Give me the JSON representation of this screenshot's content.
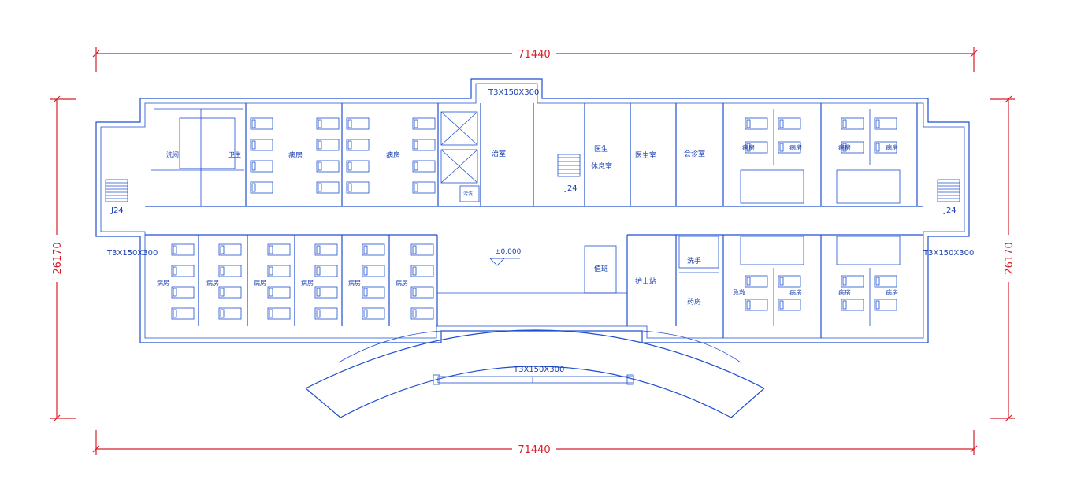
{
  "dimensions": {
    "total_width_top": "71440",
    "total_width_bottom": "71440",
    "total_depth_left": "26170",
    "total_depth_right": "26170"
  },
  "levels": {
    "floor_level": "±0.000"
  },
  "stairs": {
    "left": "J24",
    "right": "J24",
    "center": "J24"
  },
  "steps": {
    "top_entry": "T3X150X300",
    "left_entry": "T3X150X300",
    "right_entry": "T3X150X300",
    "main_entry": "T3X150X300"
  },
  "rooms": {
    "wash_room": "洗间",
    "toilet": "卫生",
    "ward_north_1": "病房",
    "ward_north_2": "病房",
    "treatment_room": "治室",
    "doctor_rest_1": "医生",
    "doctor_rest_2": "休息室",
    "doctor_office": "医生室",
    "meeting_room": "会诊室",
    "ward_ne_1": "病房",
    "ward_ne_2": "病房",
    "ward_ne_3": "病房",
    "ward_ne_4": "病房",
    "ward_sw_1": "病房",
    "ward_sw_2": "病房",
    "ward_sw_3": "病房",
    "ward_sw_4": "病房",
    "ward_sw_5": "病房",
    "ward_sw_6": "病房",
    "duty_room": "值班",
    "nurse_station": "护士站",
    "wash_hand": "洗手",
    "pharmacy": "药房",
    "emergency": "急救",
    "ward_se_1": "病房",
    "ward_se_2": "病房",
    "ward_se_3": "病房",
    "small_room": "污洗"
  },
  "colors": {
    "wall_blue": "#1f4fd1",
    "dimension_red": "#d81e2a",
    "background": "#ffffff"
  }
}
